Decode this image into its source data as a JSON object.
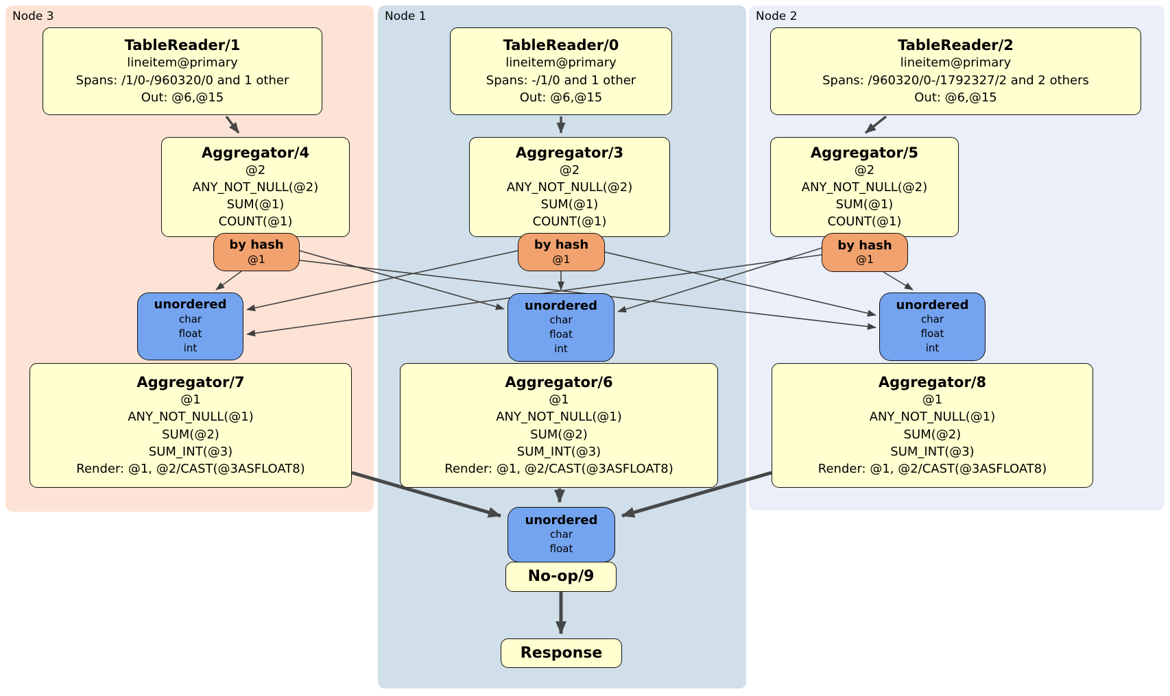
{
  "panels": {
    "node3": {
      "label": "Node 3"
    },
    "node1": {
      "label": "Node 1"
    },
    "node2": {
      "label": "Node 2"
    }
  },
  "boxes": {
    "tr1": {
      "title": "TableReader/1",
      "lines": [
        "lineitem@primary",
        "Spans: /1/0-/960320/0 and 1 other",
        "Out: @6,@15"
      ]
    },
    "tr0": {
      "title": "TableReader/0",
      "lines": [
        "lineitem@primary",
        "Spans: -/1/0 and 1 other",
        "Out: @6,@15"
      ]
    },
    "tr2": {
      "title": "TableReader/2",
      "lines": [
        "lineitem@primary",
        "Spans: /960320/0-/1792327/2 and 2 others",
        "Out: @6,@15"
      ]
    },
    "agg4": {
      "title": "Aggregator/4",
      "lines": [
        "@2",
        "ANY_NOT_NULL(@2)",
        "SUM(@1)",
        "COUNT(@1)"
      ]
    },
    "agg3": {
      "title": "Aggregator/3",
      "lines": [
        "@2",
        "ANY_NOT_NULL(@2)",
        "SUM(@1)",
        "COUNT(@1)"
      ]
    },
    "agg5": {
      "title": "Aggregator/5",
      "lines": [
        "@2",
        "ANY_NOT_NULL(@2)",
        "SUM(@1)",
        "COUNT(@1)"
      ]
    },
    "byhash3": {
      "title": "by hash",
      "lines": [
        "@1"
      ]
    },
    "byhash1": {
      "title": "by hash",
      "lines": [
        "@1"
      ]
    },
    "byhash2": {
      "title": "by hash",
      "lines": [
        "@1"
      ]
    },
    "unordered3": {
      "title": "unordered",
      "lines": [
        "char",
        "float",
        "int"
      ]
    },
    "unordered1": {
      "title": "unordered",
      "lines": [
        "char",
        "float",
        "int"
      ]
    },
    "unordered2": {
      "title": "unordered",
      "lines": [
        "char",
        "float",
        "int"
      ]
    },
    "agg7": {
      "title": "Aggregator/7",
      "lines": [
        "@1",
        "ANY_NOT_NULL(@1)",
        "SUM(@2)",
        "SUM_INT(@3)",
        "Render: @1, @2/CAST(@3ASFLOAT8)"
      ]
    },
    "agg6": {
      "title": "Aggregator/6",
      "lines": [
        "@1",
        "ANY_NOT_NULL(@1)",
        "SUM(@2)",
        "SUM_INT(@3)",
        "Render: @1, @2/CAST(@3ASFLOAT8)"
      ]
    },
    "agg8": {
      "title": "Aggregator/8",
      "lines": [
        "@1",
        "ANY_NOT_NULL(@1)",
        "SUM(@2)",
        "SUM_INT(@3)",
        "Render: @1, @2/CAST(@3ASFLOAT8)"
      ]
    },
    "unordered_final": {
      "title": "unordered",
      "lines": [
        "char",
        "float"
      ]
    },
    "noop": {
      "title": "No-op/9"
    },
    "response": {
      "title": "Response"
    }
  },
  "colors": {
    "node3_panel_bg": "#fce3d6",
    "node1_panel_bg": "#d0dfe9",
    "node2_panel_bg": "#eaeffa",
    "processor_box_fill": "#ffffd0",
    "hash_router_fill": "#f2a26e",
    "unordered_sync_fill": "#74a3ef",
    "edge_color": "#404040"
  }
}
